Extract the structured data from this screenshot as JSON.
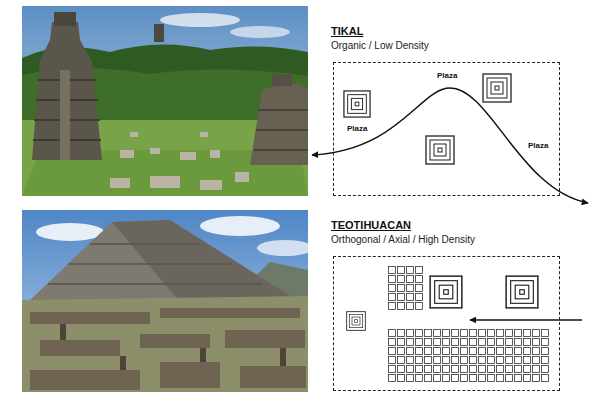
{
  "diagram": {
    "nodes": [
      {
        "text": [
          "TIKAL",
          "Organic / Low Density"
        ]
      },
      {
        "text": [
          "TEOTIHUACAN",
          "Orthogonal / Axial / High Density"
        ]
      }
    ],
    "labels": [
      "Plaza",
      "Plaza",
      "Plaza"
    ]
  }
}
